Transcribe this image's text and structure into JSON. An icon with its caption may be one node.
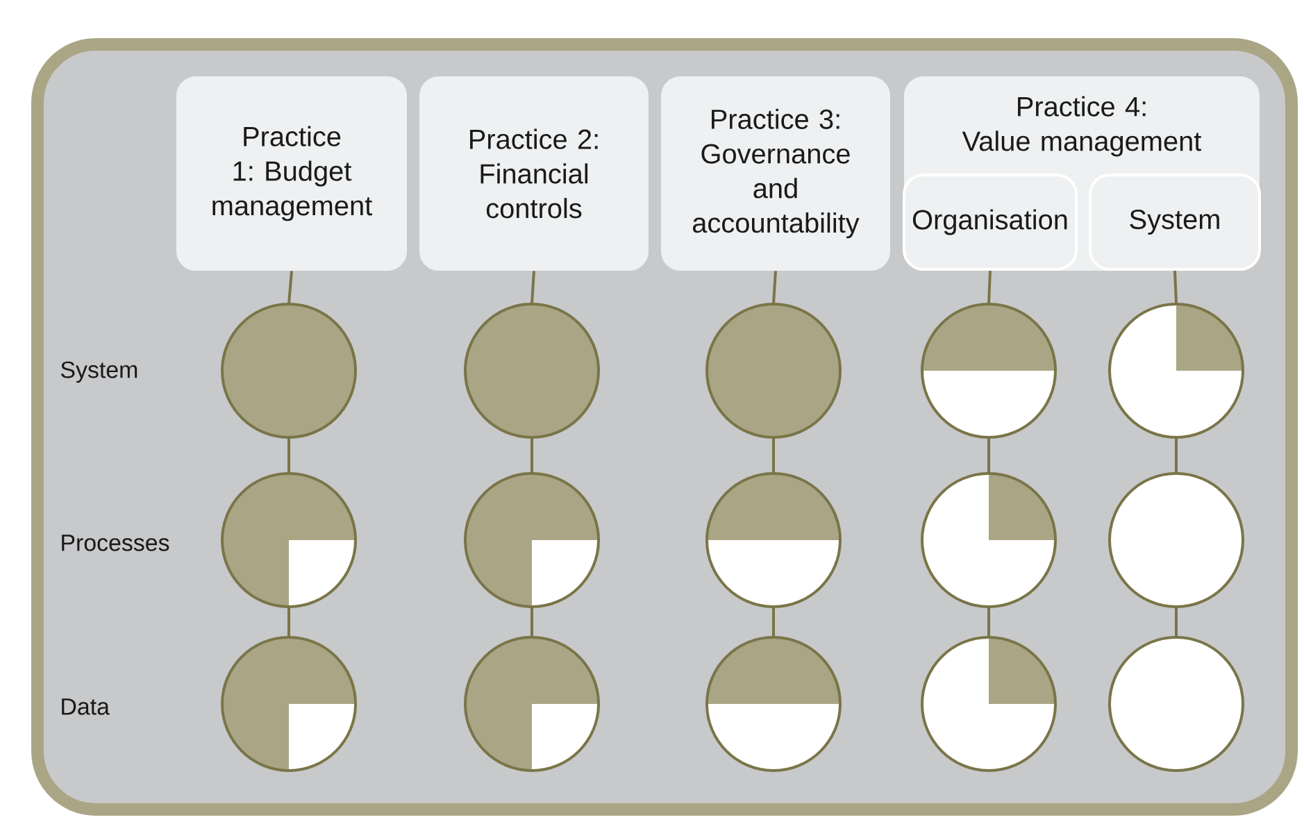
{
  "diagram": {
    "nodes": [
      {
        "text": [
          "Practice 1: Budget management"
        ]
      },
      {
        "text": [
          "Practice 2: Financial controls"
        ]
      },
      {
        "text": [
          "Practice 3: Governance and accountability"
        ]
      },
      {
        "text": [
          "Practice 4: Value management"
        ]
      },
      {
        "text": [
          "Organisation"
        ],
        "in": 3
      },
      {
        "text": [
          "System"
        ],
        "in": 3
      },
      {
        "text": [],
        "shape": "circle"
      },
      {
        "text": [],
        "shape": "circle"
      },
      {
        "text": [],
        "shape": "circle"
      },
      {
        "text": [],
        "shape": "circle"
      },
      {
        "text": [],
        "shape": "circle"
      },
      {
        "text": [],
        "shape": "circle"
      },
      {
        "text": [],
        "shape": "circle"
      },
      {
        "text": [],
        "shape": "circle"
      },
      {
        "text": [],
        "shape": "circle"
      },
      {
        "text": [],
        "shape": "circle"
      },
      {
        "text": [],
        "shape": "circle"
      },
      {
        "text": [],
        "shape": "circle"
      },
      {
        "text": [],
        "shape": "circle"
      },
      {
        "text": [],
        "shape": "circle"
      },
      {
        "text": [],
        "shape": "circle"
      }
    ],
    "edges": [
      {
        "from": 0,
        "to": 6,
        "arrow": "none"
      },
      {
        "from": 1,
        "to": 7,
        "arrow": "none"
      },
      {
        "from": 2,
        "to": 8,
        "arrow": "none"
      },
      {
        "from": 4,
        "to": 9,
        "arrow": "none"
      },
      {
        "from": 5,
        "to": 10,
        "arrow": "none"
      },
      {
        "from": 6,
        "to": 11,
        "arrow": "none"
      },
      {
        "from": 7,
        "to": 12,
        "arrow": "none"
      },
      {
        "from": 8,
        "to": 13,
        "arrow": "none"
      },
      {
        "from": 9,
        "to": 14,
        "arrow": "none"
      },
      {
        "from": 10,
        "to": 15,
        "arrow": "none"
      },
      {
        "from": 11,
        "to": 16,
        "arrow": "none"
      },
      {
        "from": 12,
        "to": 17,
        "arrow": "none"
      },
      {
        "from": 13,
        "to": 18,
        "arrow": "none"
      },
      {
        "from": 14,
        "to": 19,
        "arrow": "none"
      },
      {
        "from": 15,
        "to": 20,
        "arrow": "none"
      }
    ],
    "labels": [
      "System",
      "Processes",
      "Data"
    ]
  }
}
